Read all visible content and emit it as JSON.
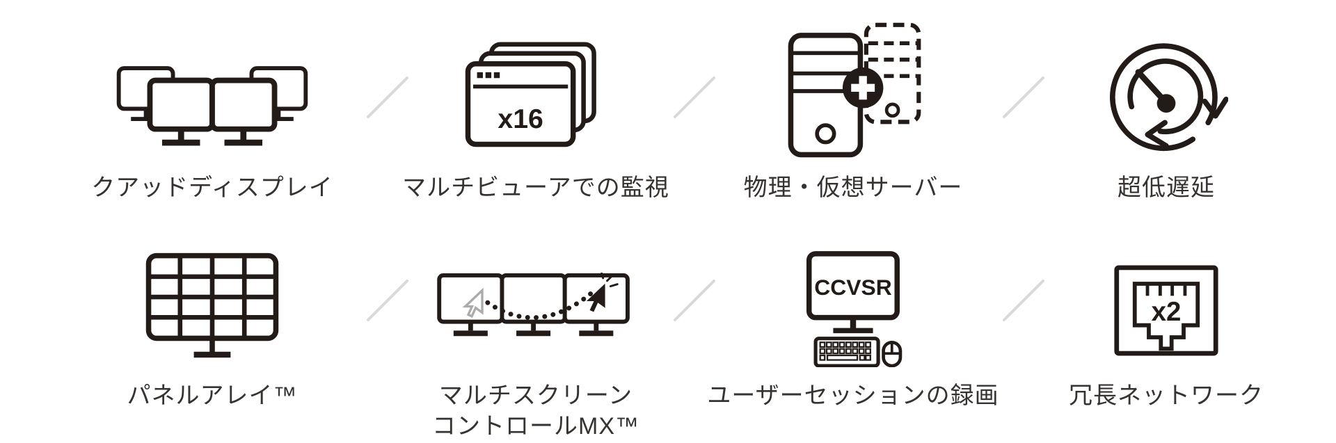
{
  "canvas": {
    "background": "#ffffff",
    "icon_color": "#221b18",
    "divider_color": "#d9d9d9",
    "label_color": "#363230"
  },
  "features": [
    {
      "name": "quad-display",
      "label": "クアッドディスプレイ"
    },
    {
      "name": "multiviewer-monitoring",
      "label": "マルチビューアでの監視",
      "icon_text": "x16"
    },
    {
      "name": "physical-virtual-server",
      "label": "物理・仮想サーバー"
    },
    {
      "name": "ultra-low-latency",
      "label": "超低遅延"
    },
    {
      "name": "panel-array",
      "label": "パネルアレイ™"
    },
    {
      "name": "multiscreen-control-mx",
      "label_line1": "マルチスクリーン",
      "label_line2": "コントロールMX™"
    },
    {
      "name": "user-session-recording",
      "label": "ユーザーセッションの録画",
      "icon_text": "CCVSR"
    },
    {
      "name": "redundant-network",
      "label": "冗長ネットワーク",
      "icon_text": "x2"
    }
  ]
}
